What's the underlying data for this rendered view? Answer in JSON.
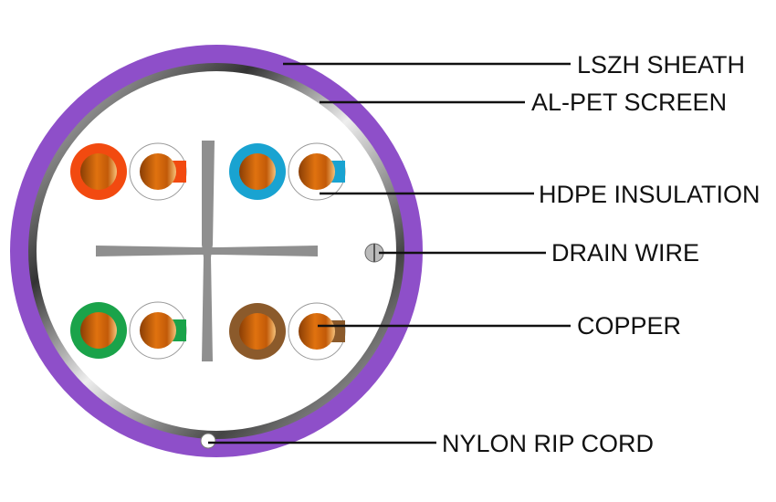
{
  "labels": {
    "sheath": "LSZH SHEATH",
    "screen": "AL-PET SCREEN",
    "insulation": "HDPE INSULATION",
    "drain": "DRAIN WIRE",
    "copper": "COPPER",
    "ripcord": "NYLON RIP CORD"
  },
  "colors": {
    "sheath": "#8e4fc9",
    "orange": "#f24a10",
    "blue": "#19a3d1",
    "green": "#1aa34a",
    "brown": "#8b5a2b",
    "copper": "#d8680f",
    "separator": "#8f8f8f"
  }
}
